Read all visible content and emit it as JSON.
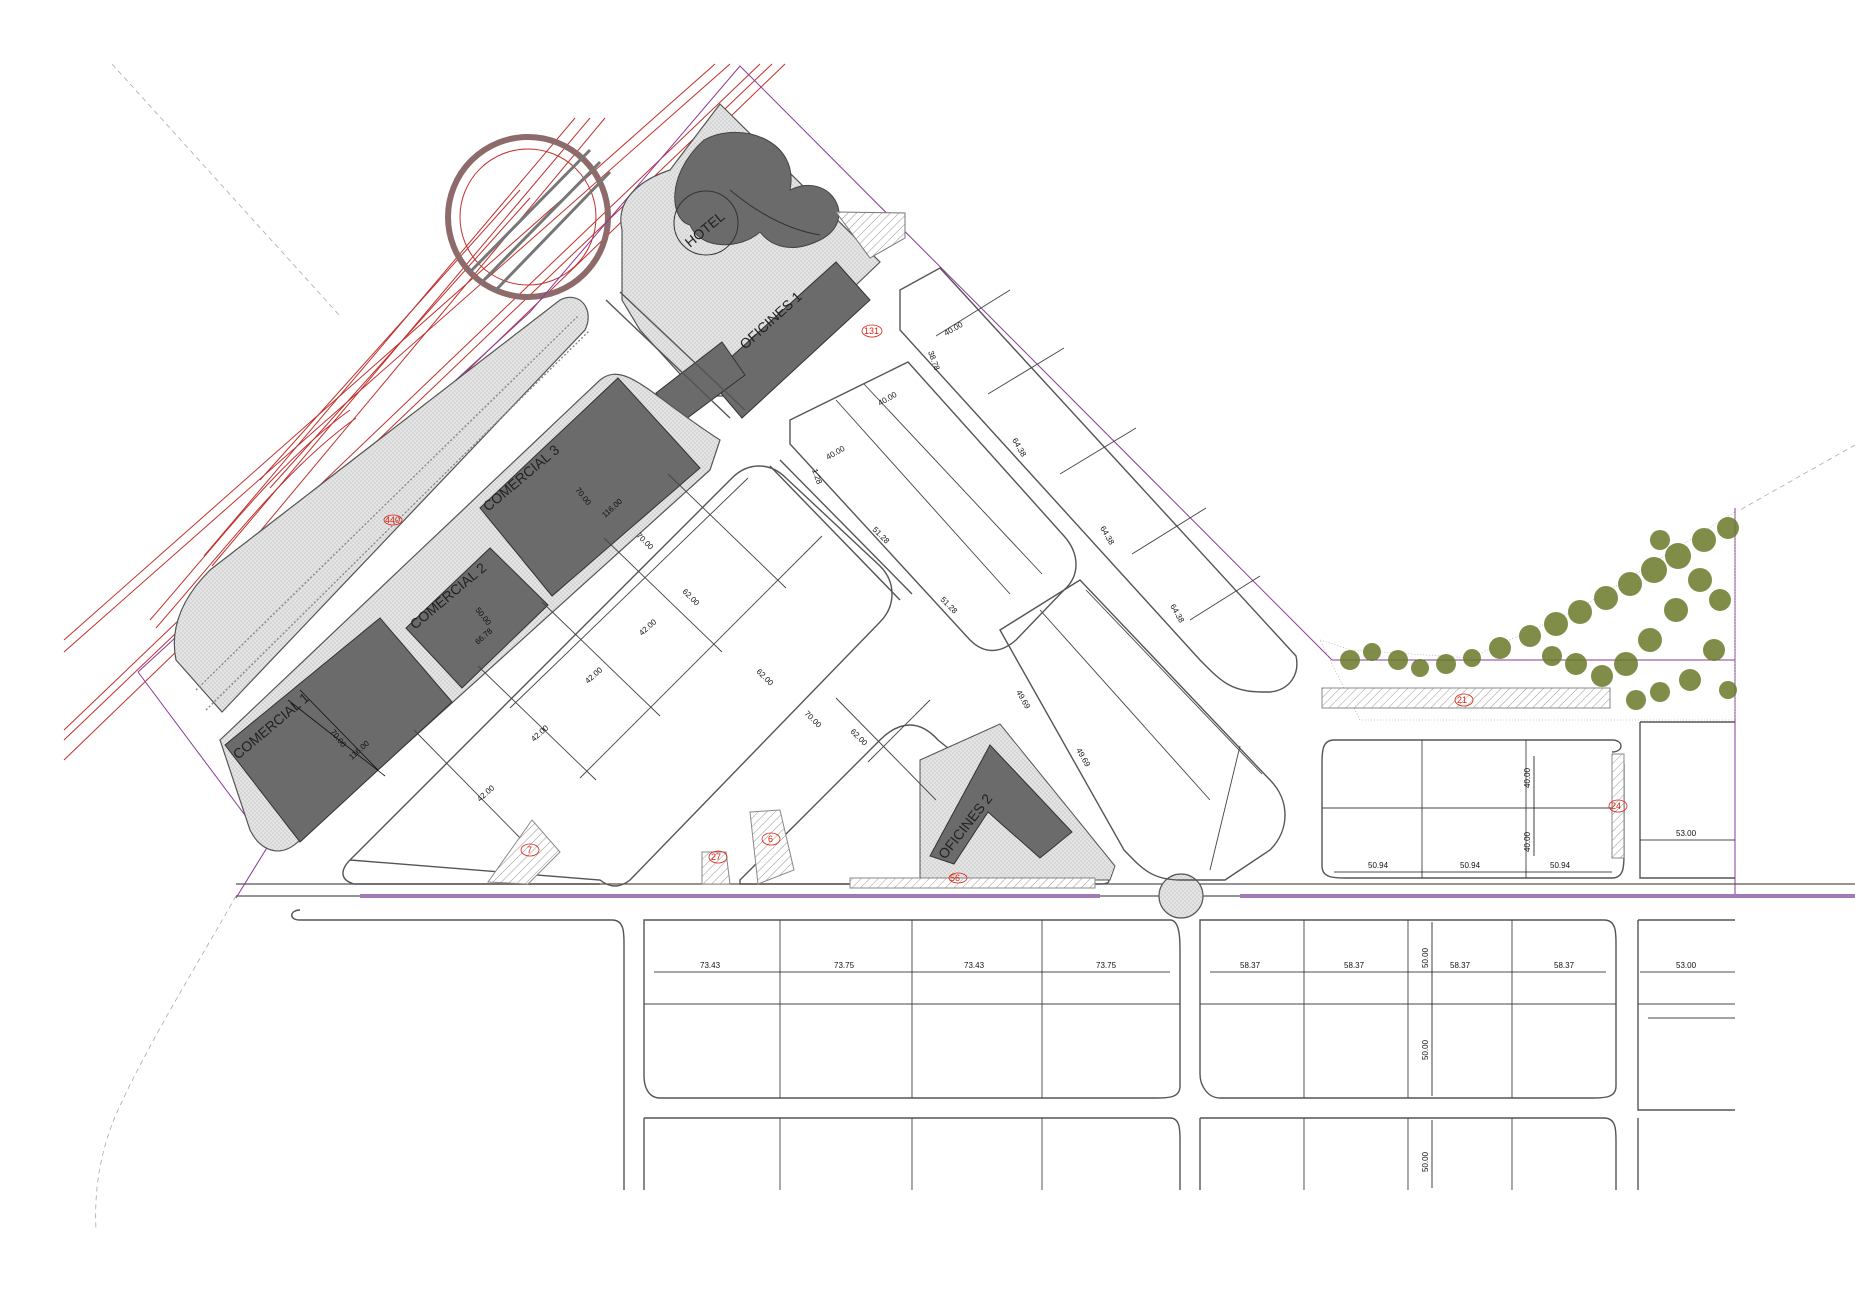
{
  "buildings": {
    "hotel": "HOTEL",
    "oficines1": "OFICINES 1",
    "oficines2": "OFICINES 2",
    "comercial1": "COMERCIAL 1",
    "comercial2": "COMERCIAL 2",
    "comercial3": "COMERCIAL 3"
  },
  "parking": {
    "p131": "131",
    "p440": "440",
    "p21": "21",
    "p24": "24",
    "p7": "7",
    "p27": "27",
    "p6": "6",
    "p56": "56"
  },
  "dims": {
    "d40_00": "40.00",
    "d38_78": "38.78",
    "d64_38": "64.38",
    "d51_28": "51.28",
    "d1_28": "1.28",
    "d70_00": "70.00",
    "d116_00": "116.00",
    "d50_00": "50.00",
    "d66_78": "66.78",
    "d62_00": "62.00",
    "d42_00": "42.00",
    "d49_69": "49.69",
    "d50_94": "50.94",
    "d53_00": "53.00",
    "d73_43": "73.43",
    "d73_75": "73.75",
    "d58_37": "58.37"
  },
  "colors": {
    "building": "#6b6b6b",
    "hatch": "#d9d9d9",
    "rail": "#c0302c",
    "boundary": "#8a3a9a",
    "vegetation": "#6b7a2a",
    "parking_number": "#d21"
  }
}
